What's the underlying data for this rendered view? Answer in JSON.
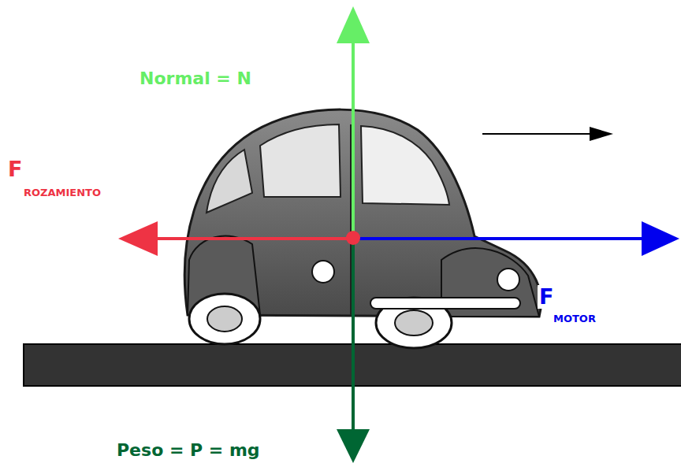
{
  "diagram": {
    "labels": [
      "Normal = N",
      "F",
      "ROZAMIENTO",
      "F",
      "MOTOR",
      "Peso = P = mg"
    ]
  }
}
